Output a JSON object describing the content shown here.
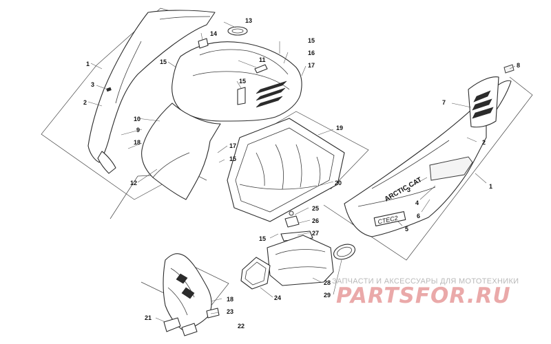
{
  "callouts": {
    "c1a": "1",
    "c1b": "1",
    "c2a": "2",
    "c2b": "2",
    "c3a": "3",
    "c3b": "3",
    "c4": "4",
    "c5": "5",
    "c6": "6",
    "c7": "7",
    "c8": "8",
    "c9": "9",
    "c10": "10",
    "c11": "11",
    "c12": "12",
    "c13": "13",
    "c14": "14",
    "c15a": "15",
    "c15b": "15",
    "c15c": "15",
    "c15d": "15",
    "c15e": "15",
    "c16": "16",
    "c17a": "17",
    "c17b": "17",
    "c18a": "18",
    "c18b": "18",
    "c19": "19",
    "c20": "20",
    "c21": "21",
    "c22": "22",
    "c23": "23",
    "c24": "24",
    "c25": "25",
    "c26": "26",
    "c27": "27",
    "c28": "28",
    "c29": "29"
  },
  "decal": {
    "brand": "ARCTIC CAT",
    "model": "CTEC2"
  },
  "watermark": {
    "subtitle": "ЗАПЧАСТИ И АКСЕССУАРЫ ДЛЯ МОТОТЕХНИКИ",
    "logo": "PARTSFOR.RU",
    "logo_color": "#c81e1e"
  }
}
